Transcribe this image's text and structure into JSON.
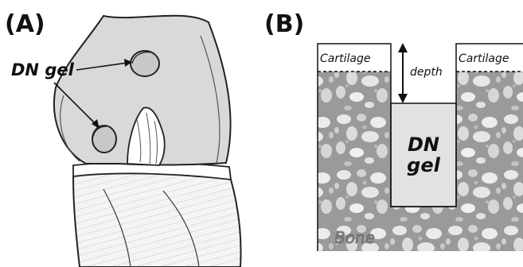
{
  "panel_a": {
    "label": "(A)",
    "callout": "DN gel"
  },
  "panel_b": {
    "label": "(B)",
    "cartilage_left": "Cartilage",
    "cartilage_right": "Cartilage",
    "depth_label": "depth",
    "gel_line1": "DN",
    "gel_line2": "gel",
    "bone_label": "Bone"
  },
  "colors": {
    "gel_fill": "#e2e2e2",
    "bone_dark": "#8e8e8e",
    "bone_light": "#e6e6e6",
    "femur_fill": "#d9d9d9"
  }
}
